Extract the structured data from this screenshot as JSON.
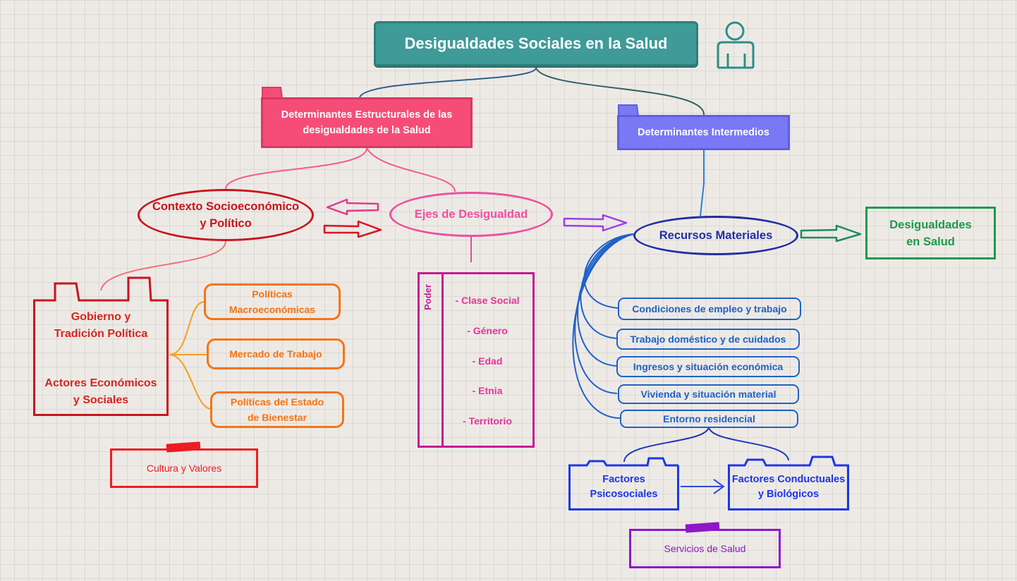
{
  "title": "Desigualdades Sociales en la Salud",
  "structural": "Determinantes Estructurales de las desigualdades de la Salud",
  "intermediate": "Determinantes Intermedios",
  "contexto_line1": "Contexto Socioeconómico",
  "contexto_line2": "y Político",
  "ejes": "Ejes de Desigualdad",
  "recursos": "Recursos Materiales",
  "outcome_line1": "Desigualdades",
  "outcome_line2": "en Salud",
  "gobierno": {
    "line1": "Gobierno y",
    "line2": "Tradición Política",
    "line3": "Actores Económicos",
    "line4": "y Sociales"
  },
  "politicas": [
    {
      "line1": "Políticas",
      "line2": "Macroeconómicas"
    },
    {
      "line1": "Mercado de Trabajo",
      "line2": ""
    },
    {
      "line1": "Políticas del Estado",
      "line2": "de Bienestar"
    }
  ],
  "cultura": "Cultura y Valores",
  "poder": "Poder",
  "ejes_items": [
    "- Clase Social",
    "- Género",
    "- Edad",
    "- Etnia",
    "- Territorio"
  ],
  "recursos_items": [
    "Condiciones de empleo y trabajo",
    "Trabajo doméstico y de cuidados",
    "Ingresos y situación económica",
    "Vivienda y situación material",
    "Entorno residencial"
  ],
  "factores_psico_line1": "Factores",
  "factores_psico_line2": "Psicosociales",
  "factores_cond_line1": "Factores Conductuales",
  "factores_cond_line2": "y Biológicos",
  "servicios": "Servicios de Salud",
  "colors": {
    "title": "#3f9b98",
    "structural": "#f54d78",
    "intermediate": "#7b78f6",
    "contexto": "#c8151c",
    "ejes": "#ef4f9e",
    "recursos": "#1f2fa3",
    "outcome": "#1e9b4b",
    "politicas": "#f57414",
    "recursos_items": "#1f62c8",
    "factores": "#1d37e8",
    "servicios": "#8f17c7",
    "cultura": "#ee1c24"
  },
  "icons": [
    "person-icon"
  ]
}
